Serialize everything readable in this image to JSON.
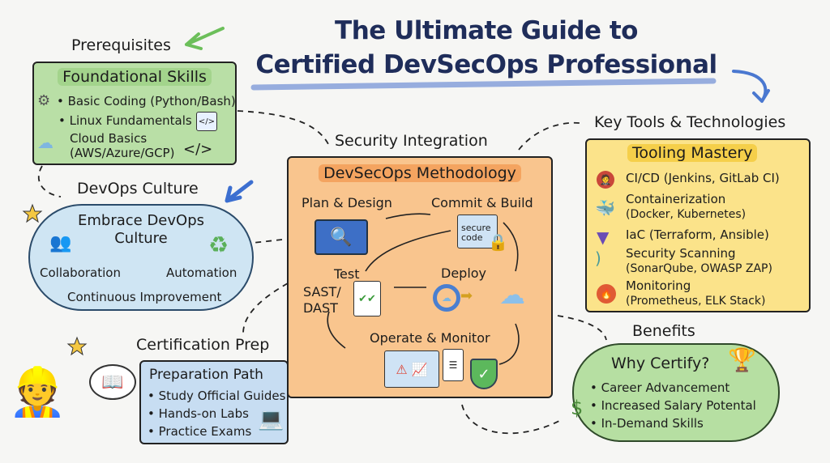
{
  "title": {
    "line1": "The Ultimate Guide to",
    "line2": "Certified DevSecOps Professional"
  },
  "prerequisites": {
    "label": "Prerequisites",
    "heading": "Foundational Skills",
    "items": [
      "• Basic Coding (Python/Bash)",
      "• Linux Fundamentals",
      "Cloud Basics",
      "(AWS/Azure/GCP)"
    ],
    "code_glyph": "</>"
  },
  "devops": {
    "label": "DevOps Culture",
    "heading1": "Embrace DevOps",
    "heading2": "Culture",
    "collab": "Collaboration",
    "auto": "Automation",
    "ci": "Continuous Improvement"
  },
  "cert": {
    "label": "Certification Prep",
    "heading": "Preparation Path",
    "items": [
      "• Study Official Guides",
      "• Hands-on Labs",
      "• Practice Exams"
    ]
  },
  "security": {
    "label": "Security Integration",
    "heading": "DevSecOps Methodology",
    "plan": "Plan & Design",
    "commit": "Commit & Build",
    "secure1": "secure",
    "secure2": "code",
    "test": "Test",
    "sast1": "SAST/",
    "sast2": "DAST",
    "deploy": "Deploy",
    "operate": "Operate & Monitor"
  },
  "tools": {
    "label": "Key Tools & Technologies",
    "heading": "Tooling Mastery",
    "items": [
      {
        "main": "CI/CD (Jenkins, GitLab CI)",
        "sub": ""
      },
      {
        "main": "Containerization",
        "sub": "(Docker, Kubernetes)"
      },
      {
        "main": "IaC (Terraform, Ansible)",
        "sub": ""
      },
      {
        "main": "Security Scanning",
        "sub": "(SonarQube, OWASP ZAP)"
      },
      {
        "main": "Monitoring",
        "sub": "(Prometheus, ELK Stack)"
      }
    ]
  },
  "benefits": {
    "label": "Benefits",
    "heading": "Why Certify?",
    "items": [
      "• Career Advancement",
      "• Increased Salary Potental",
      "• In-Demand Skills"
    ]
  },
  "colors": {
    "navy": "#1f2d5a",
    "green": "#b9dfa6",
    "blue": "#cfe5f3",
    "orange": "#f9c58e",
    "yellow": "#fbe38a"
  }
}
